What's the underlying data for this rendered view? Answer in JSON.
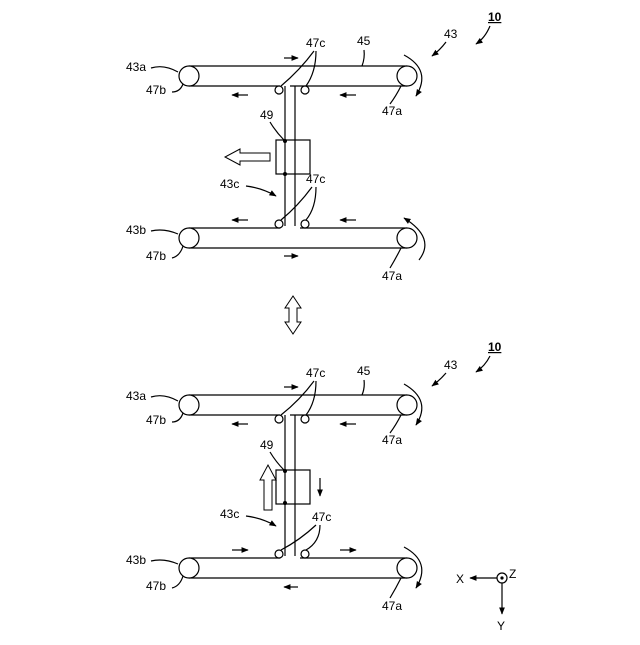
{
  "figure": {
    "upper": {
      "ref_system": "10",
      "ref_unit": "43",
      "ref_belt": "45",
      "ref_upper_conveyor": "43a",
      "ref_lower_conveyor": "43b",
      "ref_connector": "43c",
      "ref_drive_pulley_top": "47a",
      "ref_drive_pulley_bottom": "47a",
      "ref_idler_top": "47b",
      "ref_idler_bottom": "47b",
      "ref_guide_top": "47c",
      "ref_guide_mid": "47c",
      "ref_carrier": "49"
    },
    "lower": {
      "ref_system": "10",
      "ref_unit": "43",
      "ref_belt": "45",
      "ref_upper_conveyor": "43a",
      "ref_lower_conveyor": "43b",
      "ref_connector": "43c",
      "ref_drive_pulley_top": "47a",
      "ref_drive_pulley_bottom": "47a",
      "ref_idler_top": "47b",
      "ref_idler_bottom": "47b",
      "ref_guide_top": "47c",
      "ref_guide_mid": "47c",
      "ref_carrier": "49"
    },
    "axes": {
      "x": "X",
      "y": "Y",
      "z": "Z"
    }
  }
}
